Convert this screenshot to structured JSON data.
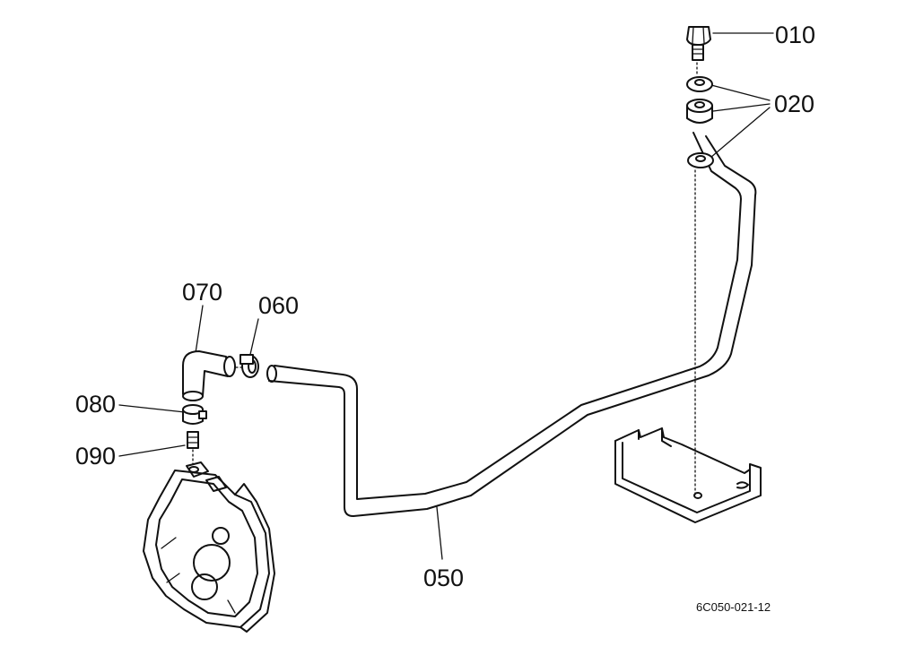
{
  "parts": {
    "p010": "010",
    "p020": "020",
    "p050": "050",
    "p060": "060",
    "p070": "070",
    "p080": "080",
    "p090": "090"
  },
  "drawing_id": "6C050-021-12"
}
